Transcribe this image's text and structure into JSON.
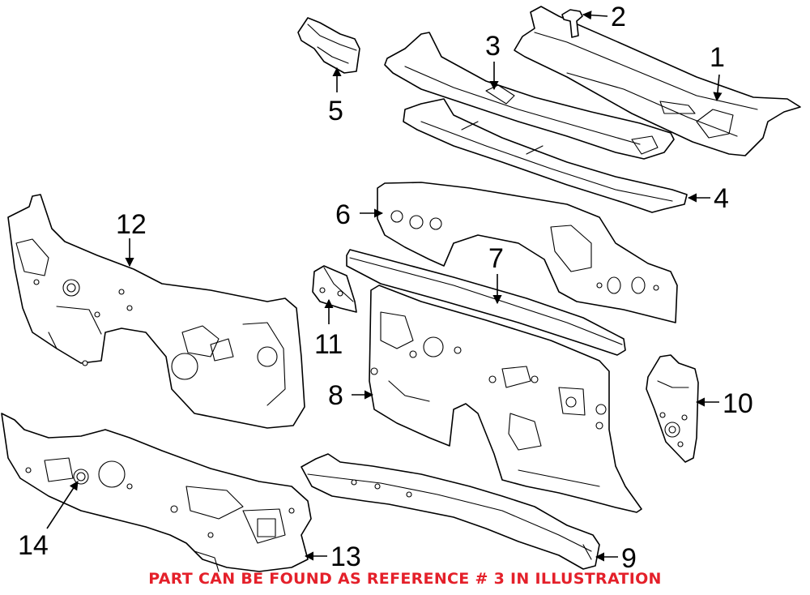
{
  "callouts": {
    "c1": "1",
    "c2": "2",
    "c3": "3",
    "c4": "4",
    "c5": "5",
    "c6": "6",
    "c7": "7",
    "c8": "8",
    "c9": "9",
    "c10": "10",
    "c11": "11",
    "c12": "12",
    "c13": "13",
    "c14": "14"
  },
  "note": "PART CAN BE FOUND AS REFERENCE # 3 IN ILLUSTRATION",
  "colors": {
    "note": "#e4202a",
    "lines": "#000000",
    "background": "#ffffff"
  }
}
